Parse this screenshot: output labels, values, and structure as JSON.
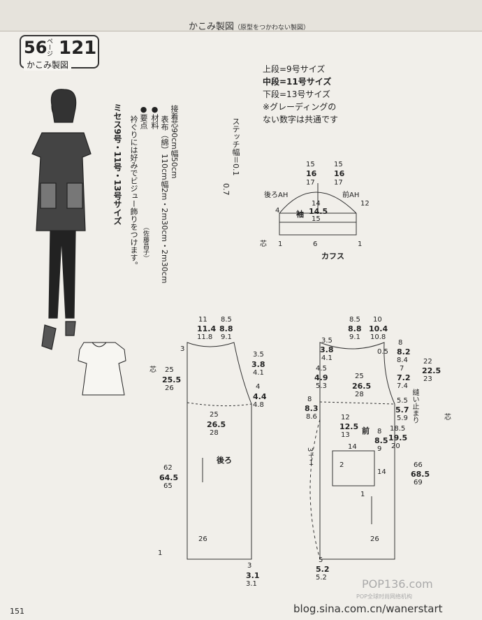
{
  "header": {
    "title": "かこみ製図",
    "subtitle": "（原型をつかわない製図）"
  },
  "badge": {
    "page_ref": "56",
    "page_label": "ページ",
    "pattern_no": "121",
    "caption": "かこみ製図"
  },
  "size_title": "ミセス9号・11号・13号サイズ",
  "materials": {
    "heading": "●材料",
    "fabric": "表布（綿）110cm幅2m・2m30cm・2m30cm",
    "interfacing": "接着芯90cm幅50cm"
  },
  "points": {
    "heading": "●要点",
    "text": "衿ぐりには好みでビジュー飾りをつけます。",
    "credit": "（佐藤昌子）"
  },
  "size_legend": {
    "line1": "上段=9号サイズ",
    "line2": "中段=11号サイズ",
    "line3": "下段=13号サイズ",
    "line4": "※グレーディングの",
    "line5": "ない数字は共通です"
  },
  "stitch": {
    "label": "ステッチ幅＝0.1",
    "value": "0.7"
  },
  "sleeve": {
    "name": "袖",
    "back_ah": "後ろAH",
    "front_ah": "前AH",
    "cuff": "カフス",
    "d15a": "15",
    "d16a": "16",
    "d17a": "17",
    "d15b": "15",
    "d16b": "16",
    "d17b": "17",
    "d14": "14",
    "d145": "14.5",
    "d15c": "15",
    "d4": "4",
    "d12": "12",
    "d1a": "1",
    "d6": "6",
    "d1b": "1",
    "shin": "芯"
  },
  "back": {
    "name": "後ろ",
    "d11": "11",
    "d114": "11.4",
    "d118": "11.8",
    "d85": "8.5",
    "d88": "8.8",
    "d91": "9.1",
    "d3a": "3",
    "d35": "3.5",
    "d38": "3.8",
    "d41": "4.1",
    "d4": "4",
    "d44": "4.4",
    "d48": "4.8",
    "d25": "25",
    "d255": "25.5",
    "d26": "26",
    "d25b": "25",
    "d265": "26.5",
    "d28": "28",
    "d62": "62",
    "d645": "64.5",
    "d65": "65",
    "d26b": "26",
    "d3b": "3",
    "d31": "3.1",
    "d31b": "3.1",
    "d1": "1",
    "shin": "芯"
  },
  "front": {
    "name": "前",
    "d85": "8.5",
    "d88": "8.8",
    "d91": "9.1",
    "d10": "10",
    "d104": "10.4",
    "d108": "10.8",
    "d35": "3.5",
    "d38": "3.8",
    "d41": "4.1",
    "d05": "0.5",
    "d8": "8",
    "d82": "8.2",
    "d84": "8.4",
    "d45": "4.5",
    "d49": "4.9",
    "d53": "5.3",
    "d7": "7",
    "d72": "7.2",
    "d74": "7.4",
    "d22": "22",
    "d225": "22.5",
    "d23": "23",
    "d25": "25",
    "d265": "26.5",
    "d28": "28",
    "d55": "5.5",
    "d57": "5.7",
    "d59": "5.9",
    "d8b": "8",
    "d83": "8.3",
    "d86": "8.6",
    "d12": "12",
    "d125": "12.5",
    "d13": "13",
    "d185": "18.5",
    "d195": "19.5",
    "d20": "20",
    "d8c": "8",
    "d85b": "8.5",
    "d9": "9",
    "d14": "14",
    "d2": "2",
    "d14b": "14",
    "d1": "1",
    "d66": "66",
    "d685": "68.5",
    "d69": "69",
    "d26": "26",
    "d5": "5",
    "d52": "5.2",
    "d52b": "5.2",
    "slit": "縫い止まり",
    "three": "3＋１",
    "shin": "芯"
  },
  "footer": {
    "page_number": "151",
    "watermark": "blog.sina.com.cn/wanerstart",
    "logo": "POP136.com",
    "logo_sub": "POP全球时尚网络机构"
  }
}
